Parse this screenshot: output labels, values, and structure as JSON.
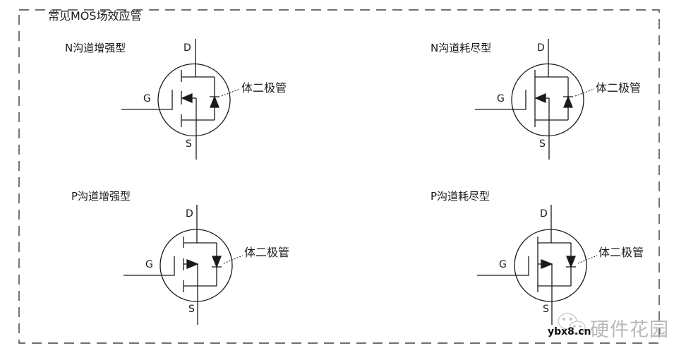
{
  "title": "常见MOS场效应管",
  "symbols": [
    {
      "id": "n-enhancement",
      "label": "N沟道增强型",
      "pins": {
        "drain": "D",
        "gate": "G",
        "source": "S"
      },
      "diode_label": "体二极管"
    },
    {
      "id": "n-depletion",
      "label": "N沟道耗尽型",
      "pins": {
        "drain": "D",
        "gate": "G",
        "source": "S"
      },
      "diode_label": "体二极管"
    },
    {
      "id": "p-enhancement",
      "label": "P沟道增强型",
      "pins": {
        "drain": "D",
        "gate": "G",
        "source": "S"
      },
      "diode_label": "体二极管"
    },
    {
      "id": "p-depletion",
      "label": "P沟道耗尽型",
      "pins": {
        "drain": "D",
        "gate": "G",
        "source": "S"
      },
      "diode_label": "体二极管"
    }
  ],
  "watermark": {
    "text": "硬件花园",
    "url": "ybx8.cn",
    "icon": "wechat-icon"
  },
  "colors": {
    "line": "#1a1a1a",
    "watermark": "#b9b9b9"
  }
}
